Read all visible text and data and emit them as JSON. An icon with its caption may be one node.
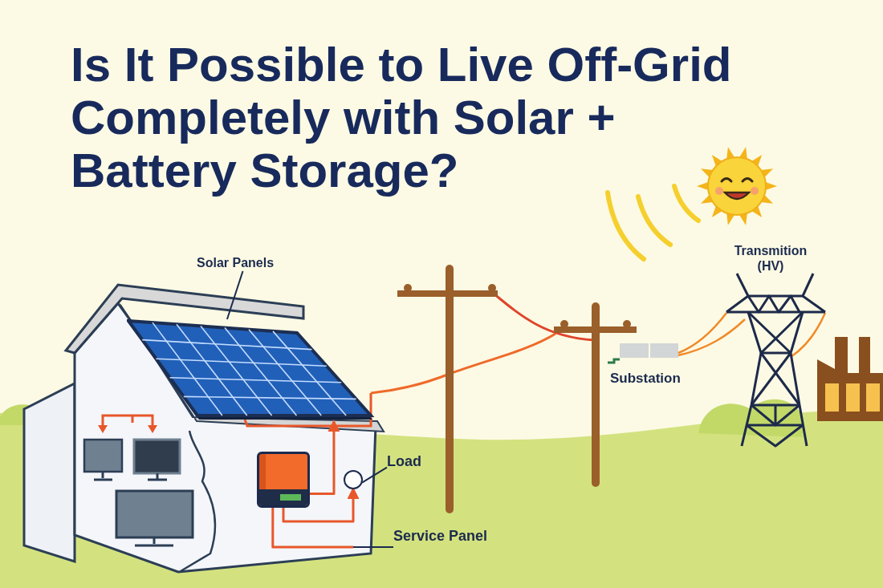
{
  "diagram": {
    "title": "Is It Possible to Live Off-Grid Completely with Solar + Battery Storage?",
    "nodes": [
      {
        "text": [
          "Solar Panels"
        ]
      },
      {
        "text": [],
        "shape": "picture"
      },
      {
        "text": [
          "Load"
        ]
      },
      {
        "text": [],
        "shape": "circle"
      },
      {
        "text": [
          "Service Panel"
        ]
      },
      {
        "text": [],
        "shape": "box"
      }
    ],
    "edges": [
      {
        "from": 0,
        "to": 1,
        "arrow": "none"
      },
      {
        "from": 2,
        "to": 3,
        "arrow": "none"
      },
      {
        "from": 4,
        "to": null,
        "arrow": "none"
      },
      {
        "from": 5,
        "to": 1,
        "arrow": "to",
        "color": "#e8572a"
      },
      {
        "from": 5,
        "to": 3,
        "arrow": "to",
        "color": "#e8572a"
      },
      {
        "from": 5,
        "to": null,
        "arrow": "none",
        "color": "#e8572a"
      }
    ],
    "labels": [
      "Substation",
      "Transmition (HV)"
    ]
  }
}
